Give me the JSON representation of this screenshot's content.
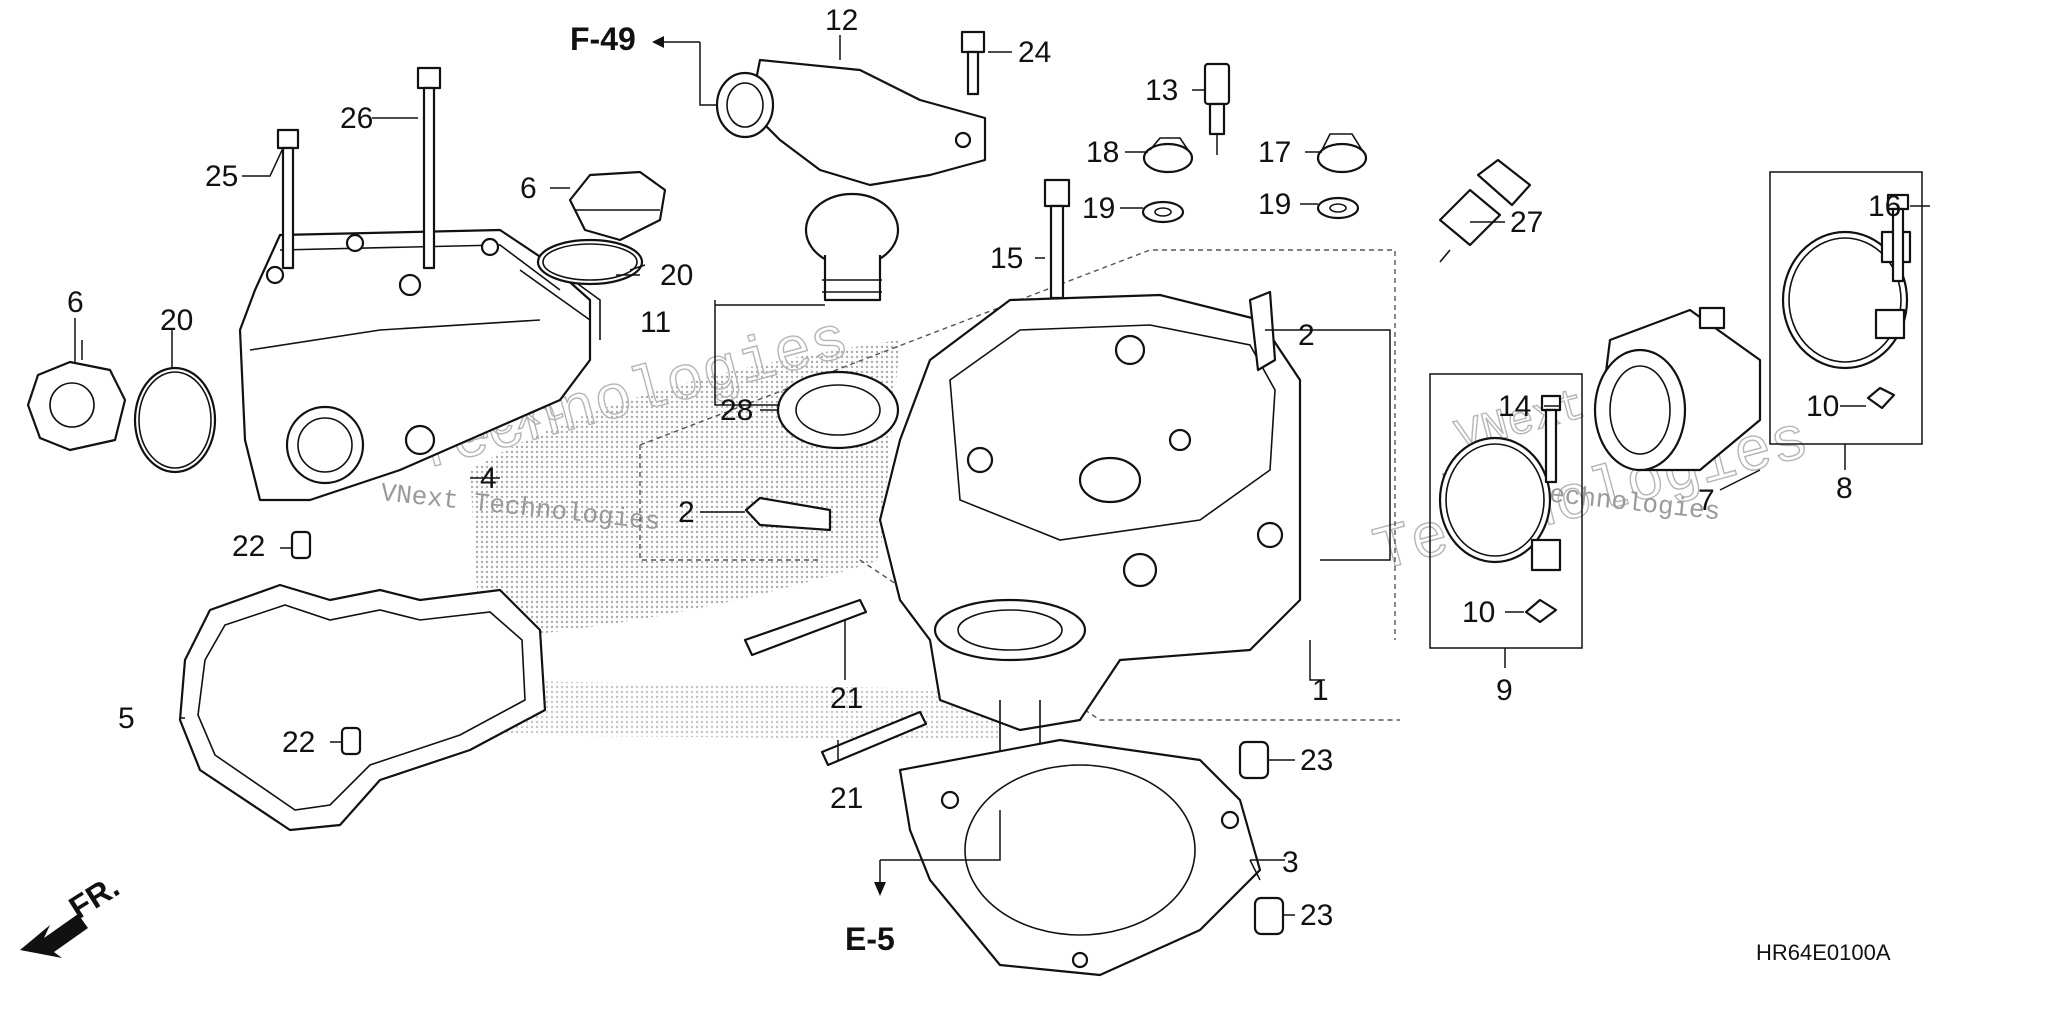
{
  "diagram": {
    "drawing_code": "HR64E0100A",
    "references": {
      "f49": "F-49",
      "e5": "E-5",
      "front": "FR."
    },
    "watermark": {
      "brand": "VNext",
      "company": "VNext Technologies",
      "big": "Technologies"
    },
    "callouts": [
      {
        "id": "c1",
        "label": "1"
      },
      {
        "id": "c2a",
        "label": "2"
      },
      {
        "id": "c2b",
        "label": "2"
      },
      {
        "id": "c3",
        "label": "3"
      },
      {
        "id": "c4",
        "label": "4"
      },
      {
        "id": "c5",
        "label": "5"
      },
      {
        "id": "c6a",
        "label": "6"
      },
      {
        "id": "c6b",
        "label": "6"
      },
      {
        "id": "c7",
        "label": "7"
      },
      {
        "id": "c8",
        "label": "8"
      },
      {
        "id": "c9",
        "label": "9"
      },
      {
        "id": "c10a",
        "label": "10"
      },
      {
        "id": "c10b",
        "label": "10"
      },
      {
        "id": "c11",
        "label": "11"
      },
      {
        "id": "c12",
        "label": "12"
      },
      {
        "id": "c13",
        "label": "13"
      },
      {
        "id": "c14",
        "label": "14"
      },
      {
        "id": "c15",
        "label": "15"
      },
      {
        "id": "c16",
        "label": "16"
      },
      {
        "id": "c17",
        "label": "17"
      },
      {
        "id": "c18",
        "label": "18"
      },
      {
        "id": "c19a",
        "label": "19"
      },
      {
        "id": "c19b",
        "label": "19"
      },
      {
        "id": "c20a",
        "label": "20"
      },
      {
        "id": "c20b",
        "label": "20"
      },
      {
        "id": "c21a",
        "label": "21"
      },
      {
        "id": "c21b",
        "label": "21"
      },
      {
        "id": "c22a",
        "label": "22"
      },
      {
        "id": "c22b",
        "label": "22"
      },
      {
        "id": "c23a",
        "label": "23"
      },
      {
        "id": "c23b",
        "label": "23"
      },
      {
        "id": "c24",
        "label": "24"
      },
      {
        "id": "c25",
        "label": "25"
      },
      {
        "id": "c26",
        "label": "26"
      },
      {
        "id": "c27",
        "label": "27"
      },
      {
        "id": "c28",
        "label": "28"
      }
    ]
  }
}
